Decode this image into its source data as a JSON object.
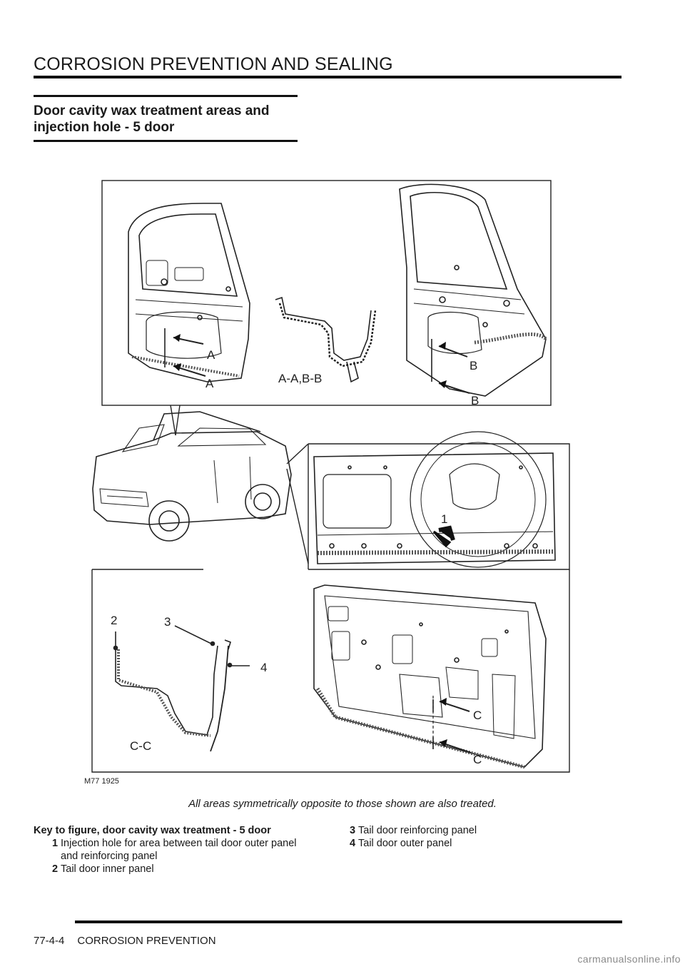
{
  "header": {
    "title": "CORROSION PREVENTION AND SEALING"
  },
  "section": {
    "title": "Door cavity wax treatment areas and injection hole - 5 door"
  },
  "figure": {
    "id": "M77 1925",
    "labels": {
      "a": "A",
      "b": "B",
      "c": "C",
      "aa_bb": "A-A,B-B",
      "cc": "C-C",
      "n1": "1",
      "n2": "2",
      "n3": "3",
      "n4": "4"
    }
  },
  "caption": "All areas symmetrically opposite to those shown are also treated.",
  "key": {
    "heading": "Key to figure, door cavity wax treatment - 5 door",
    "items": [
      {
        "num": "1",
        "text": "Injection hole for area between tail door outer panel and reinforcing panel"
      },
      {
        "num": "2",
        "text": "Tail door inner panel"
      },
      {
        "num": "3",
        "text": "Tail door reinforcing panel"
      },
      {
        "num": "4",
        "text": "Tail door outer panel"
      }
    ]
  },
  "footer": {
    "page": "77-4-4",
    "section": "CORROSION PREVENTION"
  },
  "watermark": "carmanualsonline.info"
}
